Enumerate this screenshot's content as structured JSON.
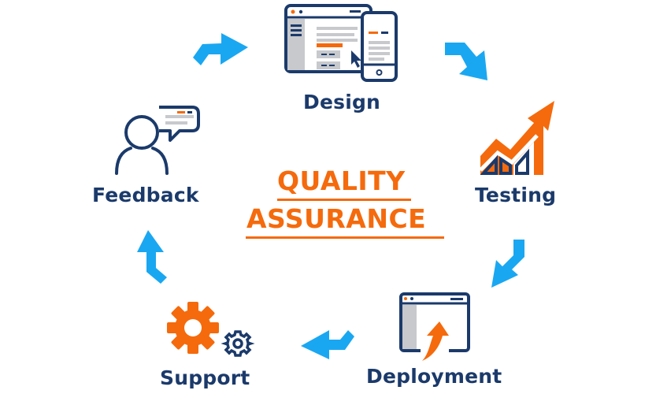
{
  "title": {
    "line1": "QUALITY",
    "line2": "ASSURANCE"
  },
  "stages": [
    {
      "id": "design",
      "label": "Design",
      "icon": "browser-and-phone-icon"
    },
    {
      "id": "testing",
      "label": "Testing",
      "icon": "rising-chart-icon"
    },
    {
      "id": "deployment",
      "label": "Deployment",
      "icon": "window-upload-icon"
    },
    {
      "id": "support",
      "label": "Support",
      "icon": "gears-icon"
    },
    {
      "id": "feedback",
      "label": "Feedback",
      "icon": "person-speech-bubble-icon"
    }
  ],
  "arrows": [
    {
      "from": "feedback",
      "to": "design",
      "direction": "right"
    },
    {
      "from": "design",
      "to": "testing",
      "direction": "down-right"
    },
    {
      "from": "testing",
      "to": "deployment",
      "direction": "down-left"
    },
    {
      "from": "deployment",
      "to": "support",
      "direction": "left"
    },
    {
      "from": "support",
      "to": "feedback",
      "direction": "up"
    }
  ],
  "colors": {
    "navy": "#1b3a6b",
    "orange": "#f56a0c",
    "arrow_blue": "#1aa7f2",
    "gray": "#c8c9cc"
  }
}
